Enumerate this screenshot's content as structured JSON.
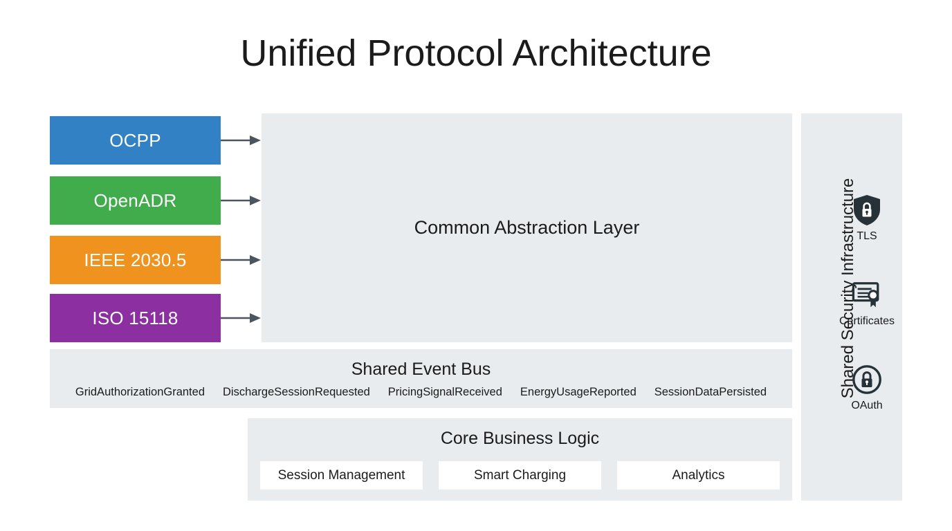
{
  "page": {
    "title": "Unified Protocol Architecture",
    "background": "#ffffff",
    "panel_bg": "#e8ecef",
    "text_color": "#1b1b1b",
    "arrow_color": "#4a5560"
  },
  "protocols": [
    {
      "label": "OCPP",
      "color": "#3281c4",
      "icon": "arrow-right-icon"
    },
    {
      "label": "OpenADR",
      "color": "#41ac4b",
      "icon": "arrow-right-icon"
    },
    {
      "label": "IEEE 2030.5",
      "color": "#f0921e",
      "icon": "arrow-right-icon"
    },
    {
      "label": "ISO 15118",
      "color": "#8b2fa1",
      "icon": "arrow-right-icon"
    }
  ],
  "abstraction_layer": {
    "label": "Common Abstraction Layer"
  },
  "event_bus": {
    "title": "Shared Event Bus",
    "events": [
      "GridAuthorizationGranted",
      "DischargeSessionRequested",
      "PricingSignalReceived",
      "EnergyUsageReported",
      "SessionDataPersisted"
    ]
  },
  "core_logic": {
    "title": "Core Business Logic",
    "cards": [
      "Session Management",
      "Smart Charging",
      "Analytics"
    ]
  },
  "security": {
    "title": "Shared Security Infrastructure",
    "items": [
      {
        "label": "TLS",
        "icon": "shield-lock-icon"
      },
      {
        "label": "Certificates",
        "icon": "certificate-icon"
      },
      {
        "label": "OAuth",
        "icon": "circle-lock-icon"
      }
    ]
  }
}
